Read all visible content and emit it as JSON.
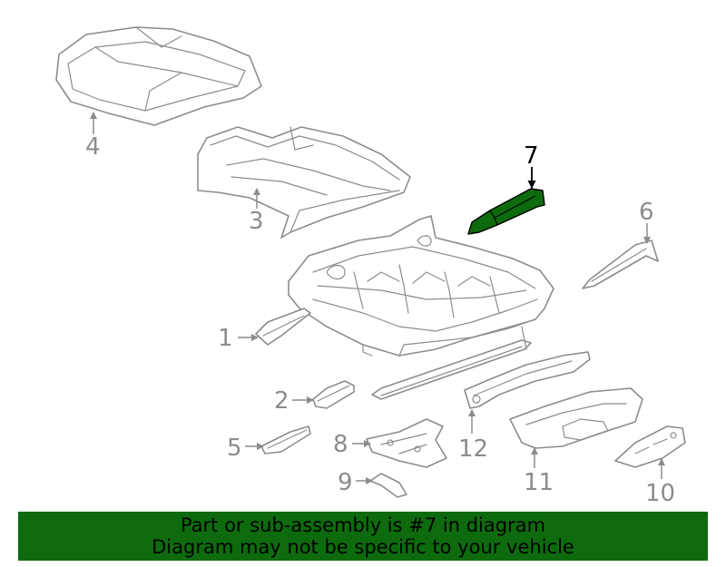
{
  "callouts": {
    "c1": "1",
    "c2": "2",
    "c3": "3",
    "c4": "4",
    "c5": "5",
    "c6": "6",
    "c7": "7",
    "c8": "8",
    "c9": "9",
    "c10": "10",
    "c11": "11",
    "c12": "12"
  },
  "highlighted_part": "7",
  "colors": {
    "highlight": "#0d6b0d",
    "line_art": "#8c8c8c",
    "banner_bg": "#0d6b0d"
  },
  "banner": {
    "line1": "Part or sub-assembly is #7 in diagram",
    "line2": "Diagram may not be specific to your vehicle"
  }
}
